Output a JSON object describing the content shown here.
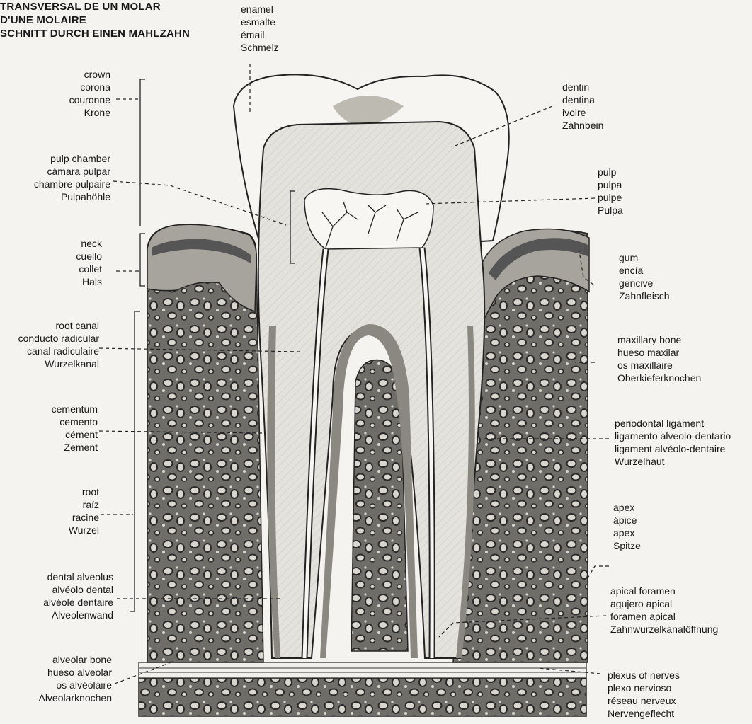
{
  "title": {
    "line1": "TRANSVERSAL DE UN MOLAR",
    "line2": "D'UNE MOLAIRE",
    "line3": "SCHNITT DURCH EINEN MAHLZAHN"
  },
  "labels": {
    "enamel": [
      "enamel",
      "esmalte",
      "émail",
      "Schmelz"
    ],
    "crown": [
      "crown",
      "corona",
      "couronne",
      "Krone"
    ],
    "dentin": [
      "dentin",
      "dentina",
      "ivoire",
      "Zahnbein"
    ],
    "pulp_chamber": [
      "pulp chamber",
      "cámara pulpar",
      "chambre pulpaire",
      "Pulpahöhle"
    ],
    "pulp": [
      "pulp",
      "pulpa",
      "pulpe",
      "Pulpa"
    ],
    "neck": [
      "neck",
      "cuello",
      "collet",
      "Hals"
    ],
    "gum": [
      "gum",
      "encía",
      "gencive",
      "Zahnfleisch"
    ],
    "root_canal": [
      "root canal",
      "conducto radicular",
      "canal radiculaire",
      "Wurzelkanal"
    ],
    "maxillary_bone": [
      "maxillary bone",
      "hueso maxilar",
      "os maxillaire",
      "Oberkieferknochen"
    ],
    "cementum": [
      "cementum",
      "cemento",
      "cément",
      "Zement"
    ],
    "periodontal_ligament": [
      "periodontal ligament",
      "ligamento alveolo-dentario",
      "ligament alvéolo-dentaire",
      "Wurzelhaut"
    ],
    "root": [
      "root",
      "raíz",
      "racine",
      "Wurzel"
    ],
    "apex": [
      "apex",
      "ápice",
      "apex",
      "Spitze"
    ],
    "dental_alveolus": [
      "dental alveolus",
      "alvéolo dental",
      "alvéole dentaire",
      "Alveolenwand"
    ],
    "apical_foramen": [
      "apical foramen",
      "agujero apical",
      "foramen apical",
      "Zahnwurzelkanalöffnung"
    ],
    "alveolar_bone": [
      "alveolar bone",
      "hueso alveolar",
      "os alvéolaire",
      "Alveolarknochen"
    ],
    "plexus_of_nerves": [
      "plexus of nerves",
      "plexo nervioso",
      "réseau nerveux",
      "Nervengeflecht"
    ]
  }
}
